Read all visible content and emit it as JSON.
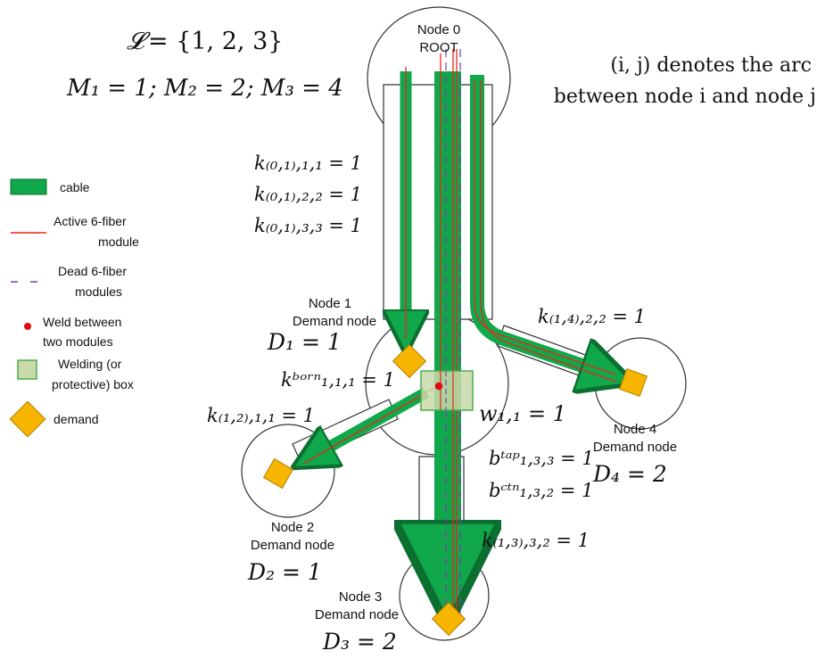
{
  "header": {
    "set_lhs": "𝓛",
    "set_rhs": " = {1, 2, 3}",
    "m_line": "M₁ = 1; M₂ = 2; M₃ = 4",
    "note_line1": "(i, j) denotes the arc",
    "note_line2": "between node i and node j"
  },
  "legend": {
    "cable": "cable",
    "active_1": "Active 6-fiber",
    "active_2": "module",
    "dead_1": "Dead 6-fiber",
    "dead_2": "modules",
    "weld_1": "Weld between",
    "weld_2": "two modules",
    "box_1": "Welding (or",
    "box_2": "protective) box",
    "demand": "demand"
  },
  "nodes": {
    "n0": {
      "line1": "Node 0",
      "line2": "ROOT"
    },
    "n1": {
      "line1": "Node 1",
      "line2": "Demand node",
      "demand": "D₁ = 1"
    },
    "n2": {
      "line1": "Node 2",
      "line2": "Demand node",
      "demand": "D₂ = 1"
    },
    "n3": {
      "line1": "Node 3",
      "line2": "Demand node",
      "demand": "D₃ = 2"
    },
    "n4": {
      "line1": "Node 4",
      "line2": "Demand node",
      "demand": "D₄ = 2"
    }
  },
  "labels": {
    "k01_1": "k₍₀,₁₎,₁,₁ = 1",
    "k01_2": "k₍₀,₁₎,₂,₂ = 1",
    "k01_3": "k₍₀,₁₎,₃,₃ = 1",
    "k14": "k₍₁,₄₎,₂,₂ = 1",
    "kborn": "kᵇᵒʳⁿ₁,₁,₁ = 1",
    "k12": "k₍₁,₂₎,₁,₁ = 1",
    "w11": "w₁,₁ = 1",
    "btap": "bᵗᵃᵖ₁,₃,₃ = 1",
    "bctn": "bᶜᵗⁿ₁,₃,₂ = 1",
    "k13": "k₍₁,₃₎,₃,₂ = 1"
  },
  "colors": {
    "cable": "#10a84a",
    "cable_dark": "#0b6f30",
    "active": "#e8271c",
    "dead": "#7a3fb0",
    "weld": "#e30613",
    "box_fill": "#c9d9a9",
    "box_stroke": "#4cae4c",
    "demand": "#f7b500",
    "demand_stroke": "#b07f00"
  }
}
